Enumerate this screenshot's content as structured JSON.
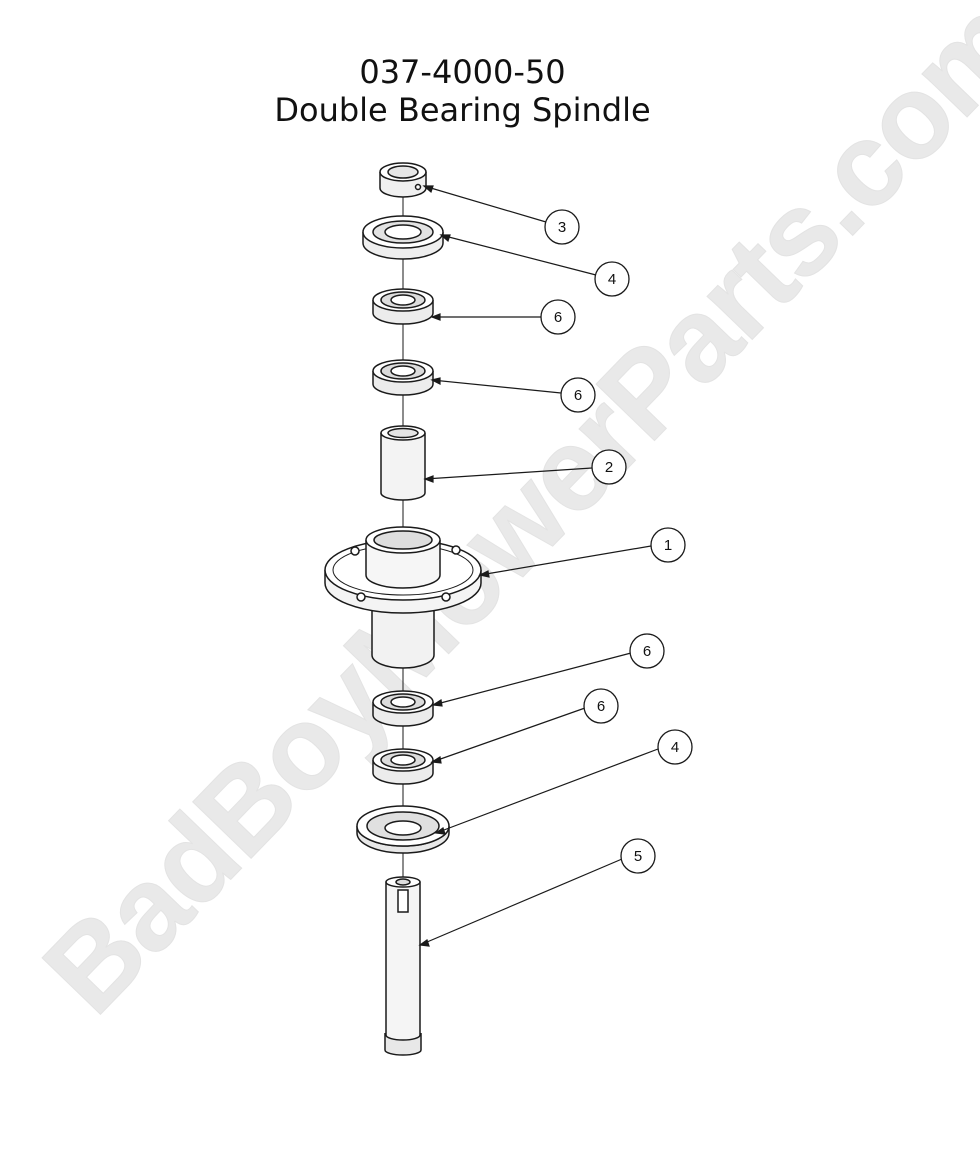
{
  "header": {
    "part_number": "037-4000-50",
    "assembly_name": "Double Bearing Spindle"
  },
  "watermark": {
    "text": "BadBoyMowerParts.com"
  },
  "callouts": [
    {
      "id": "callout-3-top",
      "label": "3"
    },
    {
      "id": "callout-4-top",
      "label": "4"
    },
    {
      "id": "callout-6-a",
      "label": "6"
    },
    {
      "id": "callout-6-b",
      "label": "6"
    },
    {
      "id": "callout-2",
      "label": "2"
    },
    {
      "id": "callout-1",
      "label": "1"
    },
    {
      "id": "callout-6-c",
      "label": "6"
    },
    {
      "id": "callout-6-d",
      "label": "6"
    },
    {
      "id": "callout-4-bottom",
      "label": "4"
    },
    {
      "id": "callout-5",
      "label": "5"
    }
  ],
  "colors": {
    "line": "#1a1a1a",
    "part_fill": "#ffffff",
    "shade": "#dcdcdc",
    "watermark": "#e9e9e9"
  }
}
